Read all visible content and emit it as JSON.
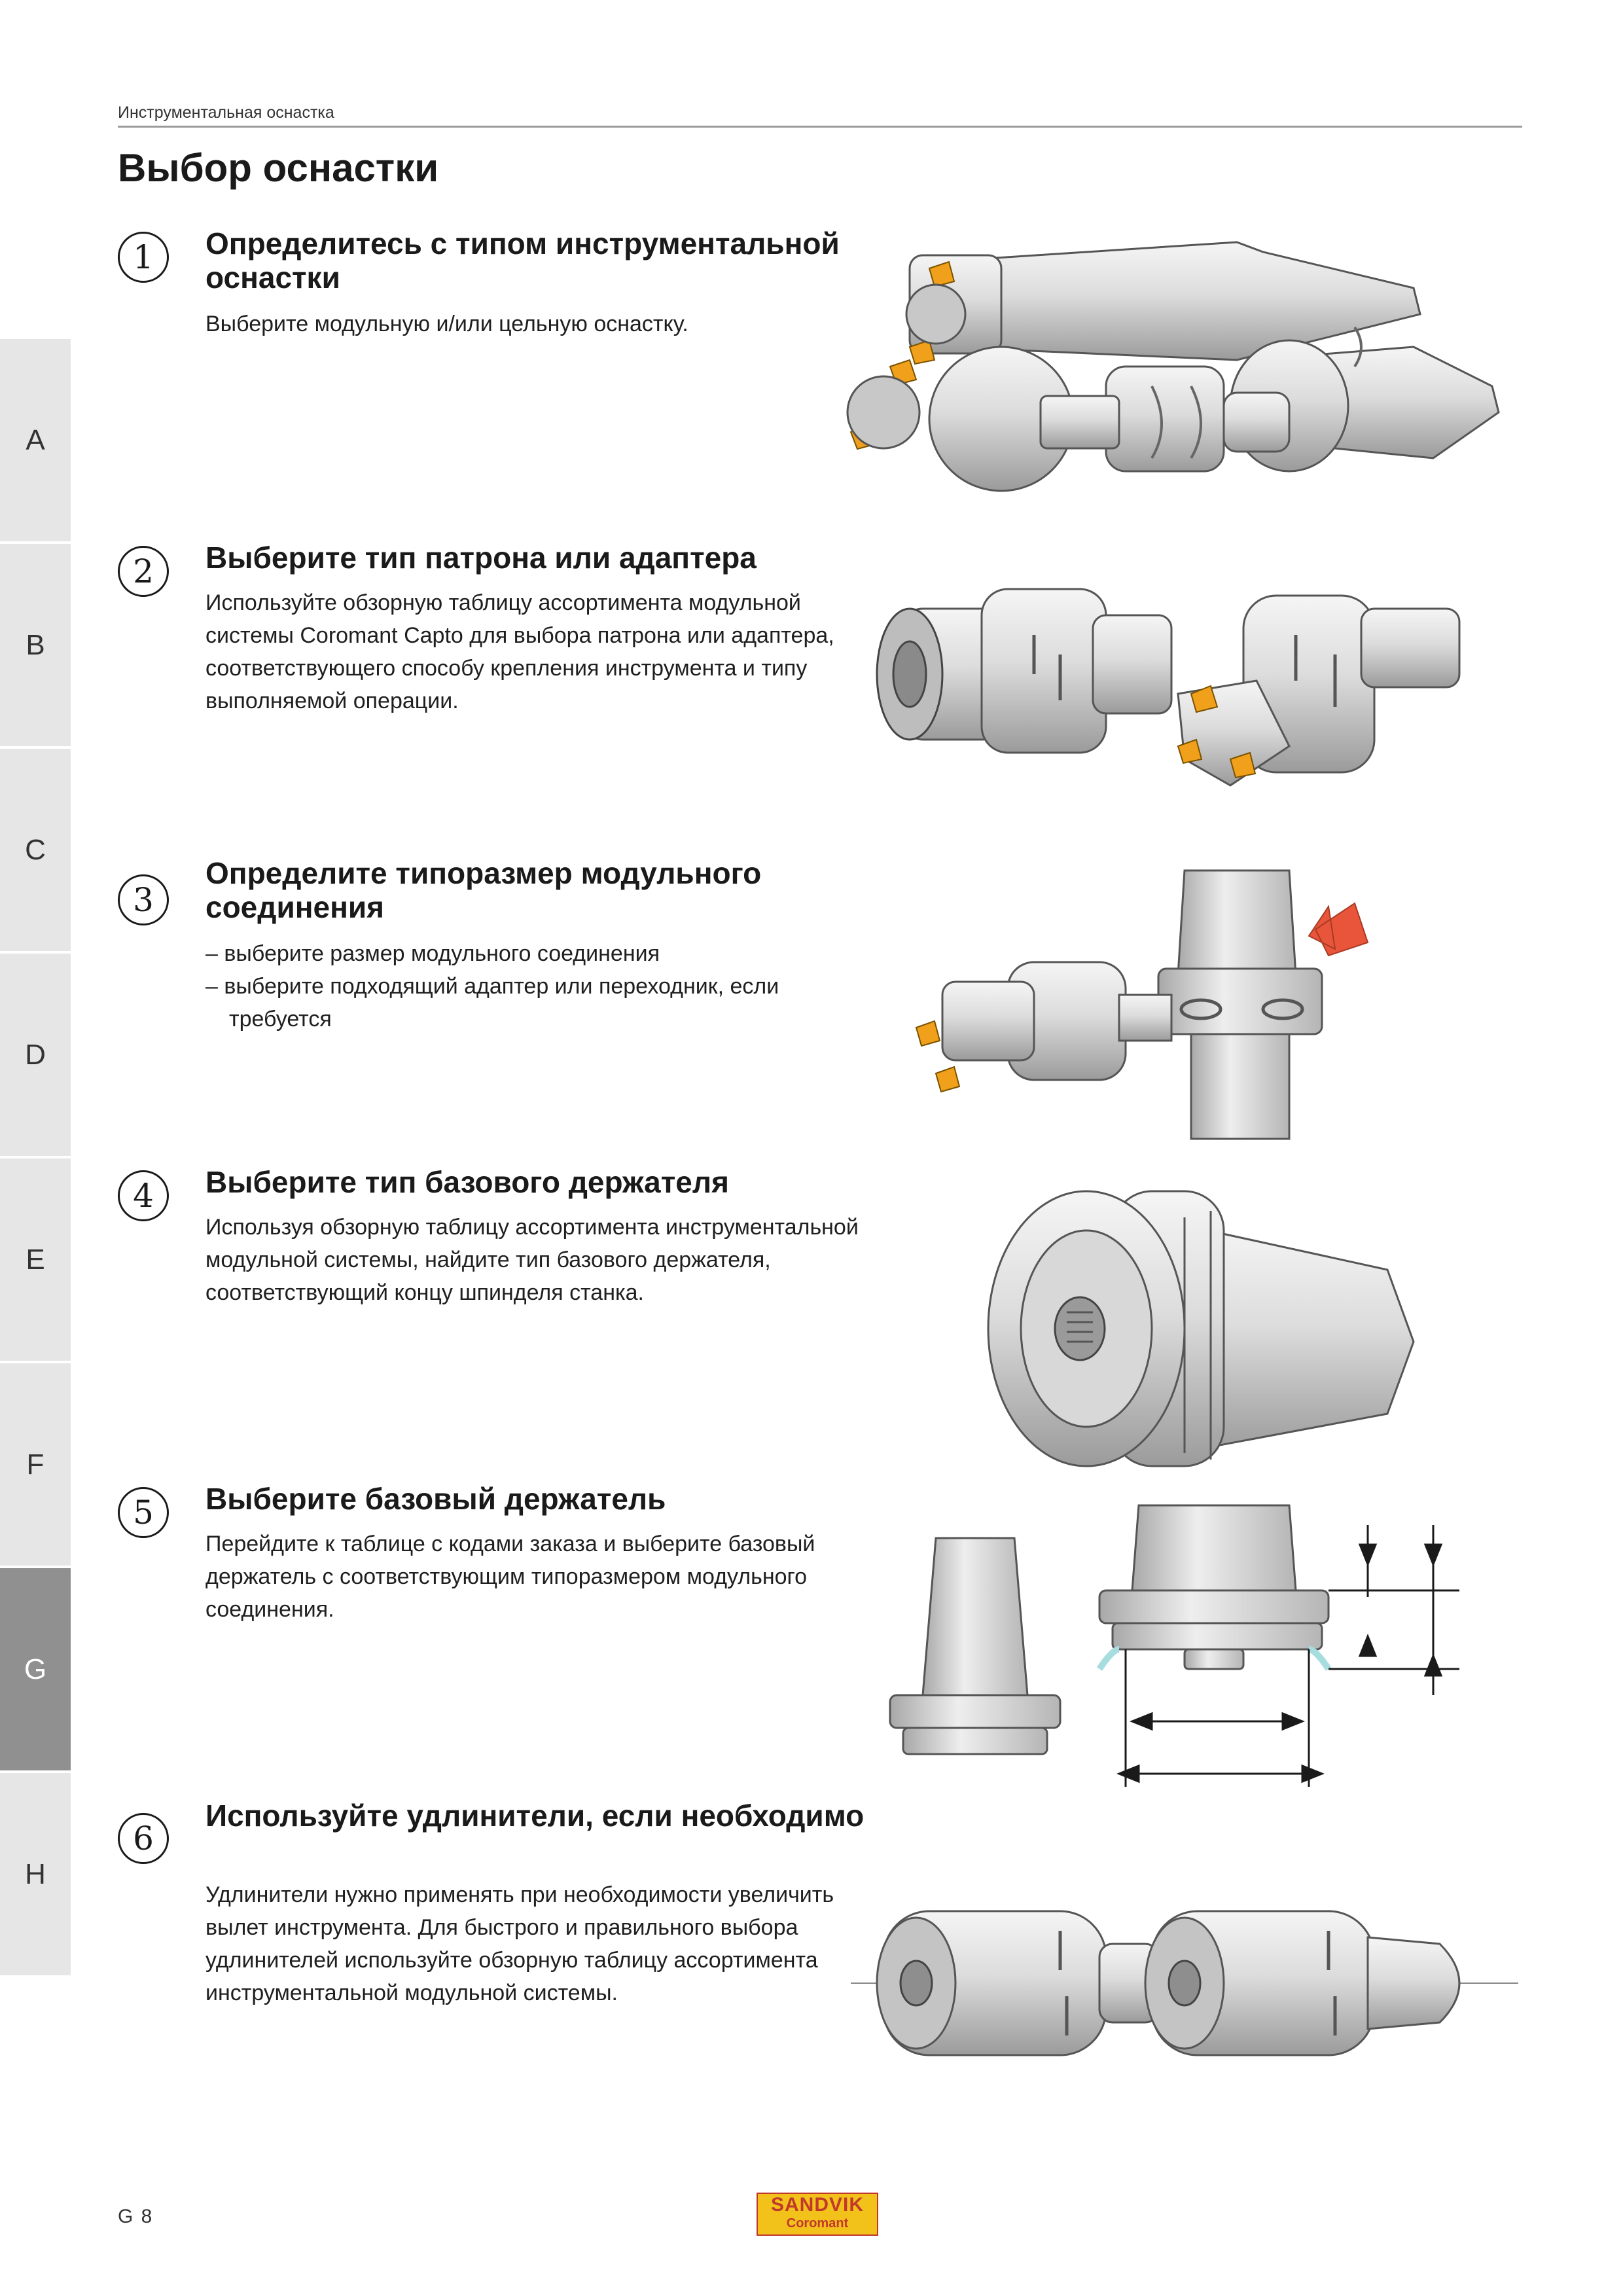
{
  "header": {
    "section_label": "Инструментальная оснастка",
    "title": "Выбор оснастки"
  },
  "side_tabs": [
    "A",
    "B",
    "C",
    "D",
    "E",
    "F",
    "G",
    "H"
  ],
  "active_tab": "G",
  "steps": [
    {
      "number": "1",
      "title": "Определитесь с типом инструментальной оснастки",
      "body": "Выберите модульную и/или цельную оснастку."
    },
    {
      "number": "2",
      "title": "Выберите тип патрона или адаптера",
      "body": "Используйте обзорную таблицу ассортимента модульной системы Coromant Capto для выбора патрона или адаптера, соответствующего способу крепления инструмента и типу выполняемой операции."
    },
    {
      "number": "3",
      "title": "Определите типоразмер модульного соединения",
      "items": [
        "– выберите размер модульного соединения",
        "– выберите подходящий адаптер или переходник, если требуется"
      ]
    },
    {
      "number": "4",
      "title": "Выберите тип базового держателя",
      "body": "Используя обзорную таблицу ассортимента инструментальной модульной системы, найдите тип базового держателя, соответствующий концу шпинделя станка."
    },
    {
      "number": "5",
      "title": "Выберите базовый держатель",
      "body": "Перейдите к таблице с кодами заказа и выберите базовый держатель с соответствующим типоразмером модульного соединения."
    },
    {
      "number": "6",
      "title": "Используйте удлинители, если необходимо",
      "body": "Удлинители нужно применять при необходимости увеличить вылет инструмента. Для быстрого и правильного выбора удлинителей используйте обзорную таблицу ассортимента инструментальной модульной системы."
    }
  ],
  "footer": {
    "page_number": "G 8",
    "logo_main": "SANDVIK",
    "logo_sub": "Coromant"
  },
  "colors": {
    "accent_orange": "#f0a01a",
    "arrow_red": "#e8553a",
    "tab_active": "#909090",
    "tab_inactive": "#e6e6e6"
  }
}
